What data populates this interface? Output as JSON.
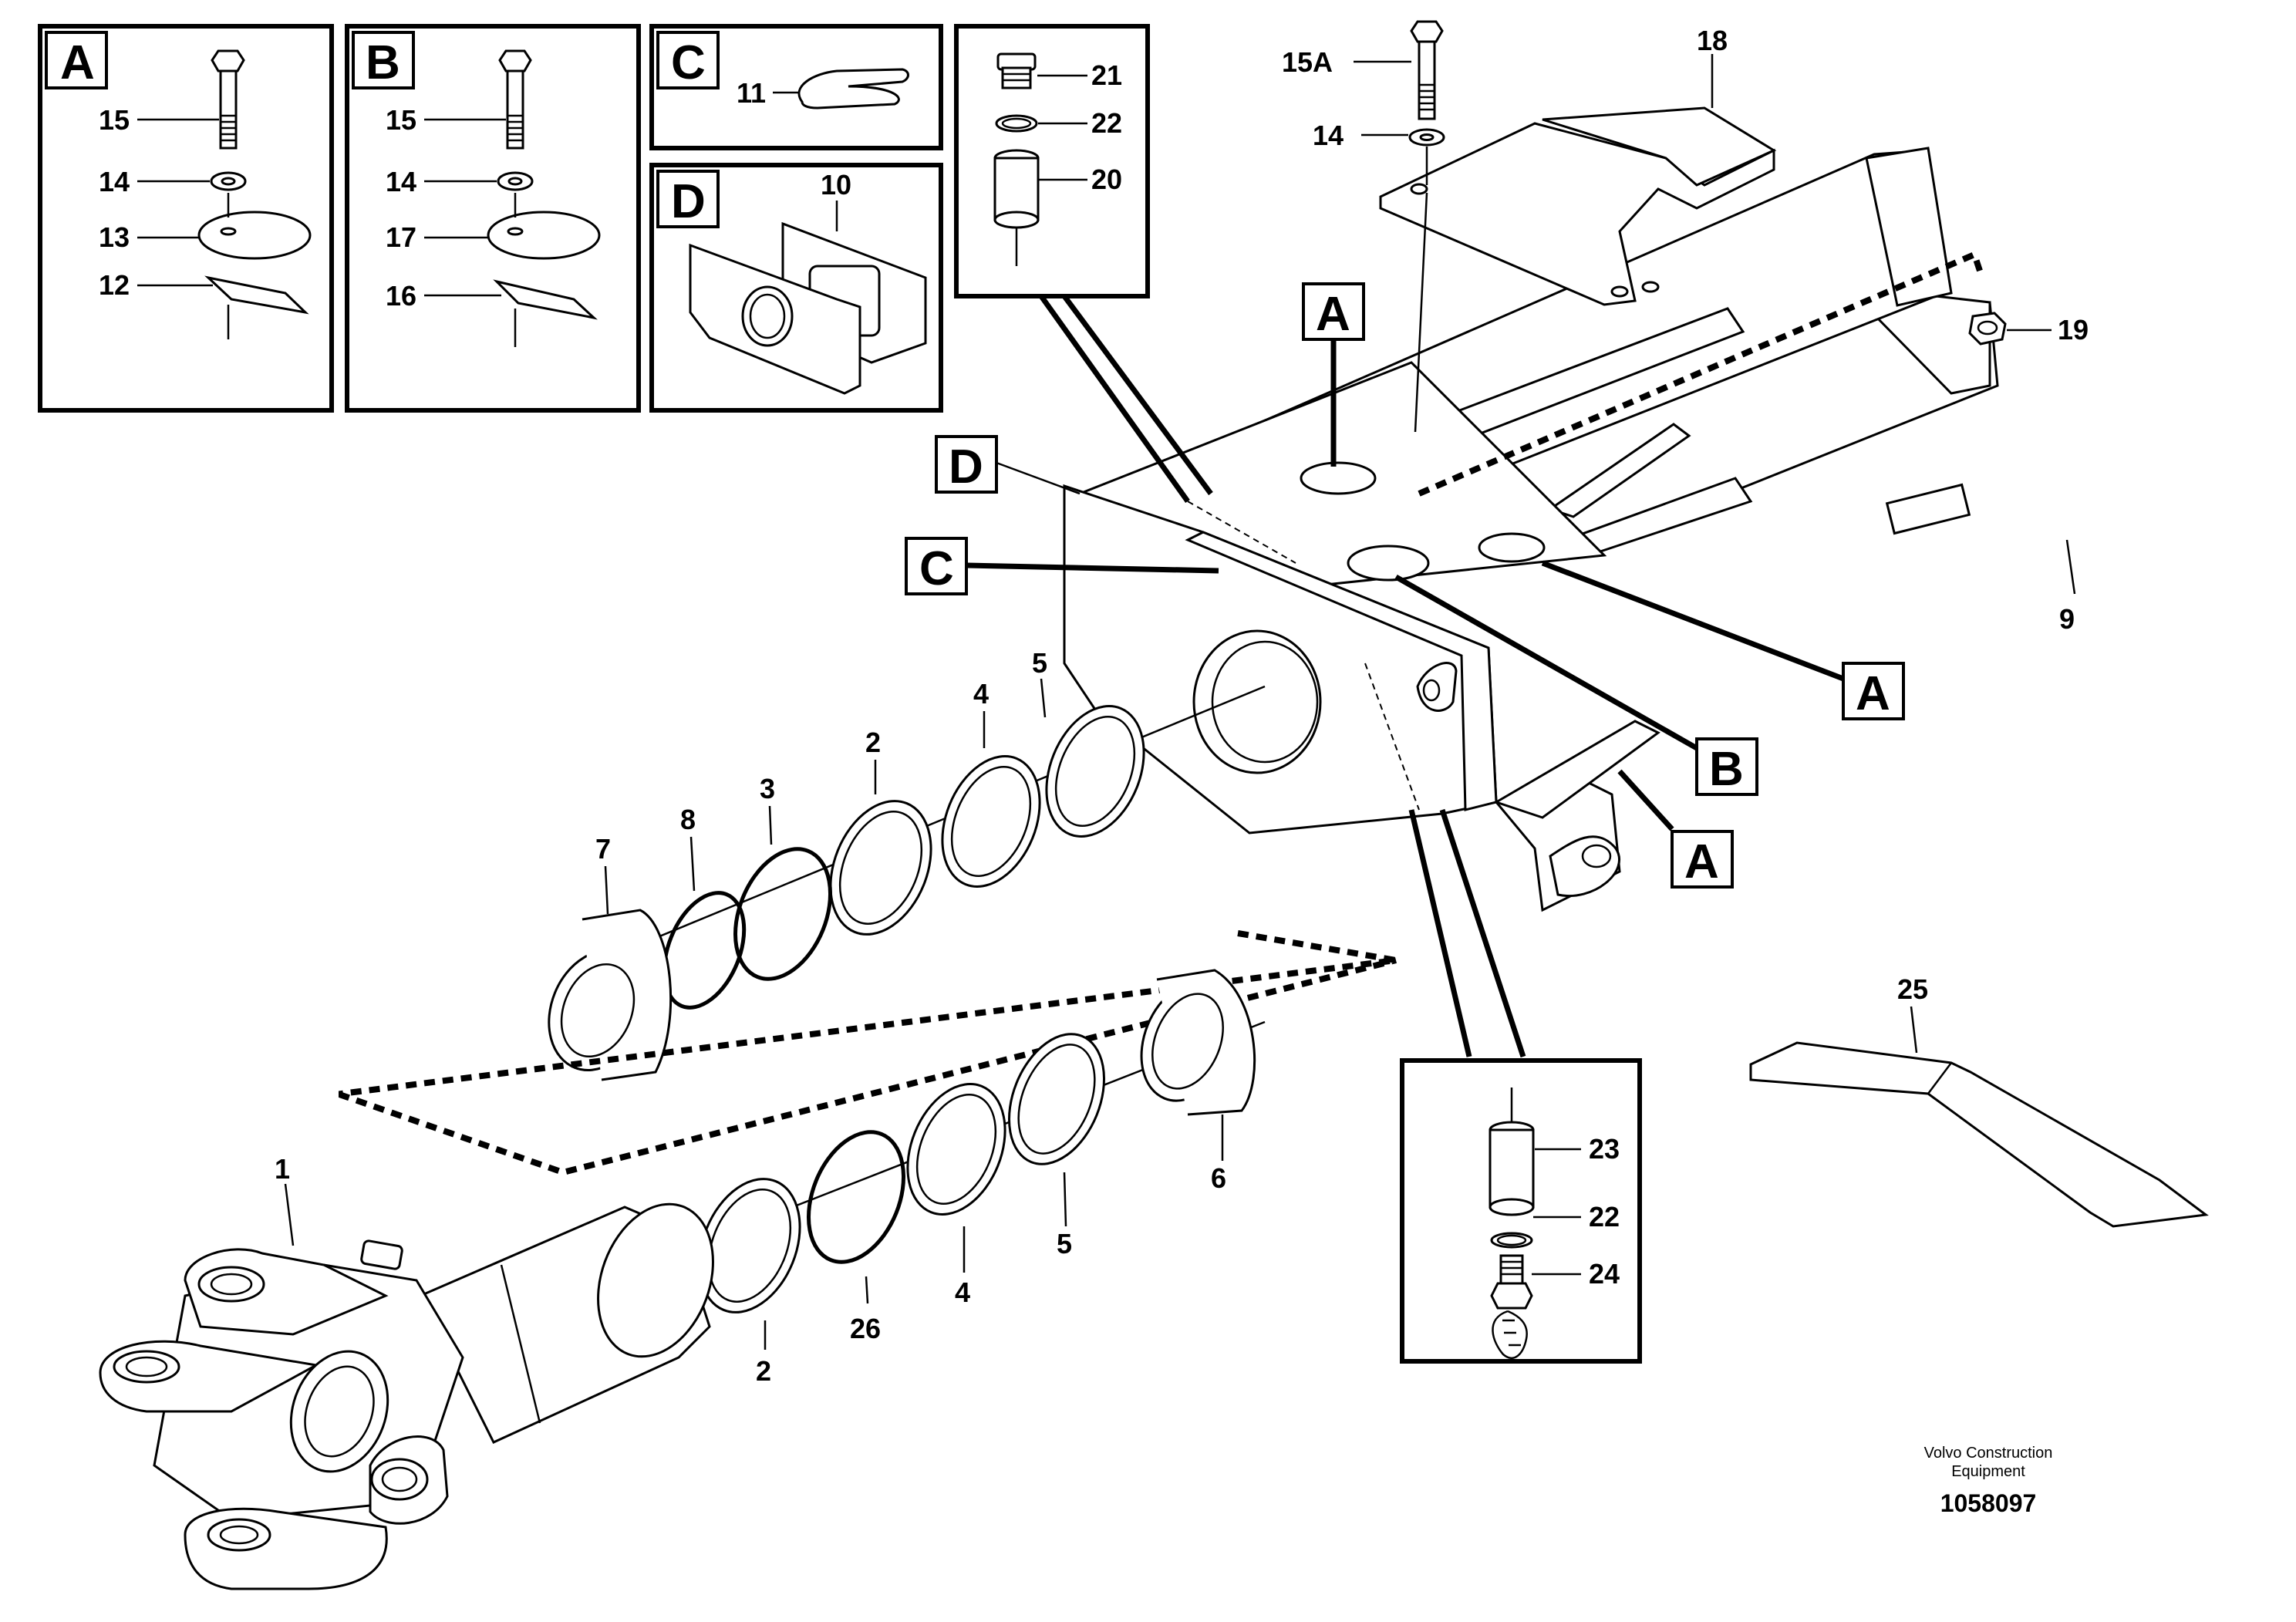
{
  "insets": [
    {
      "letter": "A",
      "labels": [
        "15",
        "14",
        "13",
        "12"
      ]
    },
    {
      "letter": "B",
      "labels": [
        "15",
        "14",
        "17",
        "16"
      ]
    },
    {
      "letter": "C",
      "labels": [
        "11"
      ]
    },
    {
      "letter": "D",
      "labels": [
        "10"
      ]
    },
    {
      "letter": "",
      "labels": [
        "21",
        "22",
        "20"
      ]
    }
  ],
  "top_labels": {
    "p15a": "15A",
    "p14": "14",
    "p18": "18",
    "p19": "19",
    "p9": "9"
  },
  "frame_tags": {
    "a_top": "A",
    "d": "D",
    "c": "C",
    "a_right": "A",
    "b": "B",
    "a_low": "A"
  },
  "ring_labels": {
    "p5": "5",
    "p4": "4",
    "p2": "2",
    "p3": "3",
    "p8": "8",
    "p7": "7"
  },
  "lower_labels": {
    "p1": "1",
    "p2": "2",
    "p26": "26",
    "p4": "4",
    "p5": "5",
    "p6": "6"
  },
  "grease_inset": {
    "p23": "23",
    "p22": "22",
    "p24": "24"
  },
  "cover_label": "25",
  "brand": {
    "line1": "Volvo Construction",
    "line2": "Equipment"
  },
  "doc_number": "1058097"
}
